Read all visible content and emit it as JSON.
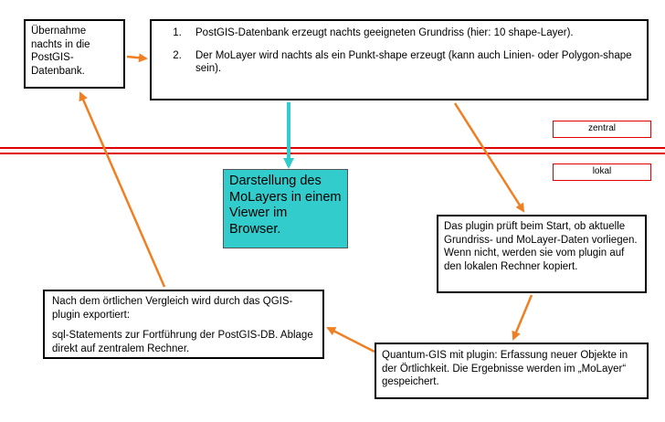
{
  "boxes": {
    "uebernahme": "Übernahme nachts in die PostGIS-Datenbank.",
    "steps": [
      "PostGIS-Datenbank erzeugt nachts geeigneten Grundriss (hier: 10 shape-Layer).",
      "Der MoLayer wird nachts als ein Punkt-shape erzeugt (kann auch Linien- oder Polygon-shape sein)."
    ],
    "viewer": "Darstellung des MoLayers  in einem Viewer im Browser.",
    "plugin": "Das plugin prüft beim Start, ob aktuelle Grundriss- und MoLayer-Daten vorliegen.  Wenn nicht, werden sie vom plugin auf den lokalen Rechner kopiert.",
    "qgis": "Quantum-GIS mit plugin: Erfassung neuer Objekte in der Örtlichkeit. Die Ergebnisse werden im „MoLayer“ gespeichert.",
    "sql_intro": "Nach dem örtlichen Vergleich wird durch das QGIS-plugin exportiert:",
    "sql_detail": "sql-Statements zur Fortführung der PostGIS-DB. Ablage direkt  auf zentralem Rechner."
  },
  "tags": {
    "zentral": "zentral",
    "lokal": "lokal"
  },
  "colors": {
    "arrow": "#f07f22",
    "divider": "#e00000",
    "viewer_bg": "#33cccc",
    "viewer_arrow": "#33cccc"
  }
}
